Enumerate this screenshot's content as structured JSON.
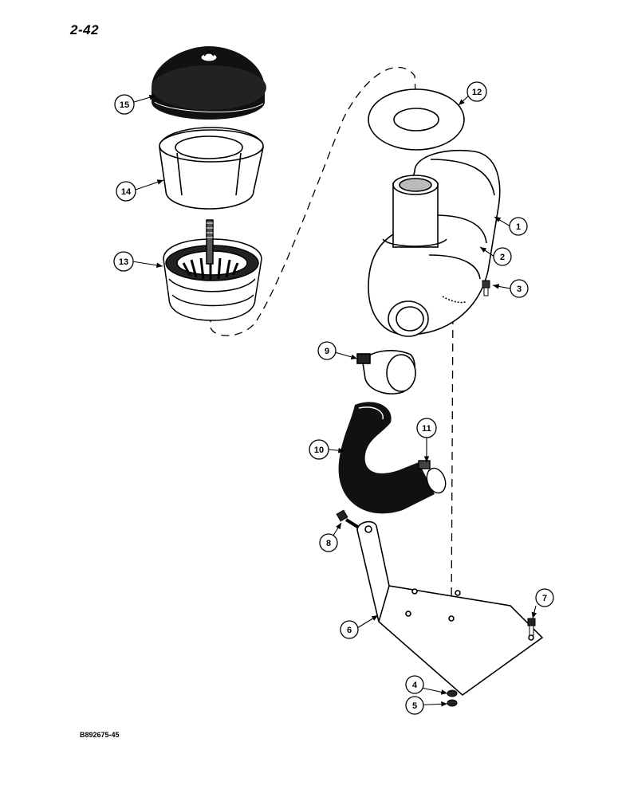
{
  "page": {
    "number": "2-42",
    "figure_code": "B892675-45"
  },
  "callouts": [
    {
      "label": "1",
      "part": "air-cleaner-housing"
    },
    {
      "label": "2",
      "part": "mounting-band"
    },
    {
      "label": "3",
      "part": "bolt"
    },
    {
      "label": "4",
      "part": "lock-washer"
    },
    {
      "label": "5",
      "part": "nut"
    },
    {
      "label": "6",
      "part": "mounting-bracket"
    },
    {
      "label": "7",
      "part": "bolt"
    },
    {
      "label": "8",
      "part": "bolt"
    },
    {
      "label": "9",
      "part": "hose-clamp"
    },
    {
      "label": "10",
      "part": "elbow-hose"
    },
    {
      "label": "11",
      "part": "hose-clamp"
    },
    {
      "label": "12",
      "part": "gasket"
    },
    {
      "label": "13",
      "part": "filter-element-base"
    },
    {
      "label": "14",
      "part": "precleaner-bowl"
    },
    {
      "label": "15",
      "part": "cover"
    }
  ]
}
